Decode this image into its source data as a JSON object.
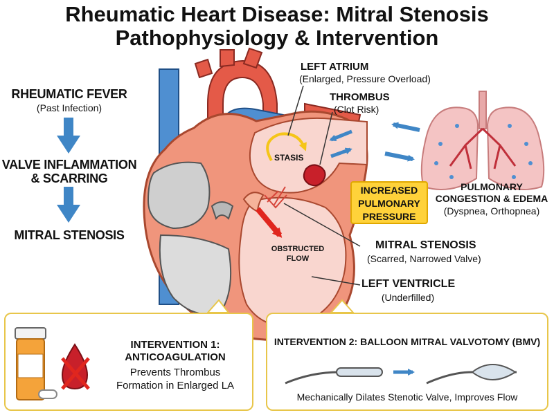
{
  "title": {
    "line1": "Rheumatic Heart Disease: Mitral Stenosis",
    "line2": "Pathophysiology & Intervention"
  },
  "progression": [
    {
      "label": "RHEUMATIC FEVER",
      "note": "(Past Infection)"
    },
    {
      "label_line1": "VALVE INFLAMMATION",
      "label_line2": "& SCARRING"
    },
    {
      "label": "MITRAL STENOSIS"
    }
  ],
  "callouts": {
    "left_atrium": {
      "label": "LEFT ATRIUM",
      "note": "(Enlarged, Pressure Overload)"
    },
    "thrombus": {
      "label": "THROMBUS",
      "note": "(Clot Risk)"
    },
    "stasis": "STASIS",
    "obstructed_flow": {
      "line1": "OBSTRUCTED",
      "line2": "FLOW"
    },
    "mitral_stenosis": {
      "label": "MITRAL STENOSIS",
      "note": "(Scarred, Narrowed Valve)"
    },
    "left_ventricle": {
      "label": "LEFT VENTRICLE",
      "note": "(Underfilled)"
    },
    "pulmonary": {
      "line1": "PULMONARY",
      "line2": "CONGESTION & EDEMA",
      "note": "(Dyspnea, Orthopnea)"
    },
    "increased_pressure": {
      "line1": "INCREASED",
      "line2": "PULMONARY",
      "line3": "PRESSURE"
    }
  },
  "interventions": [
    {
      "heading_line1": "INTERVENTION 1:",
      "heading_line2": "ANTICOAGULATION",
      "desc_line1": "Prevents Thrombus",
      "desc_line2": "Formation in Enlarged LA"
    },
    {
      "heading": "INTERVENTION 2: BALLOON MITRAL VALVOTOMY (BMV)",
      "desc": "Mechanically Dilates Stenotic Valve, Improves Flow"
    }
  ],
  "icons": {
    "flow_arrow": "arrow-icon",
    "pill_bottle": "pill-bottle-icon",
    "no_clot": "no-blood-clot-icon",
    "balloon_catheter": "balloon-catheter-icon",
    "lungs": "lungs-icon",
    "heart": "heart-icon"
  },
  "colors": {
    "arrow_blue": "#3f86c6",
    "vessel_red": "#e45a48",
    "vessel_blue": "#4f8fd1",
    "heart_wall": "#f0957c",
    "atrium_fill": "#f9d6cf",
    "thrombus": "#c8202a",
    "flow_red": "#e0261e",
    "stasis_yellow": "#f5c518",
    "badge_yellow": "#ffd23a",
    "card_border": "#e8c64a",
    "lung_pink": "#f4c4c4"
  }
}
